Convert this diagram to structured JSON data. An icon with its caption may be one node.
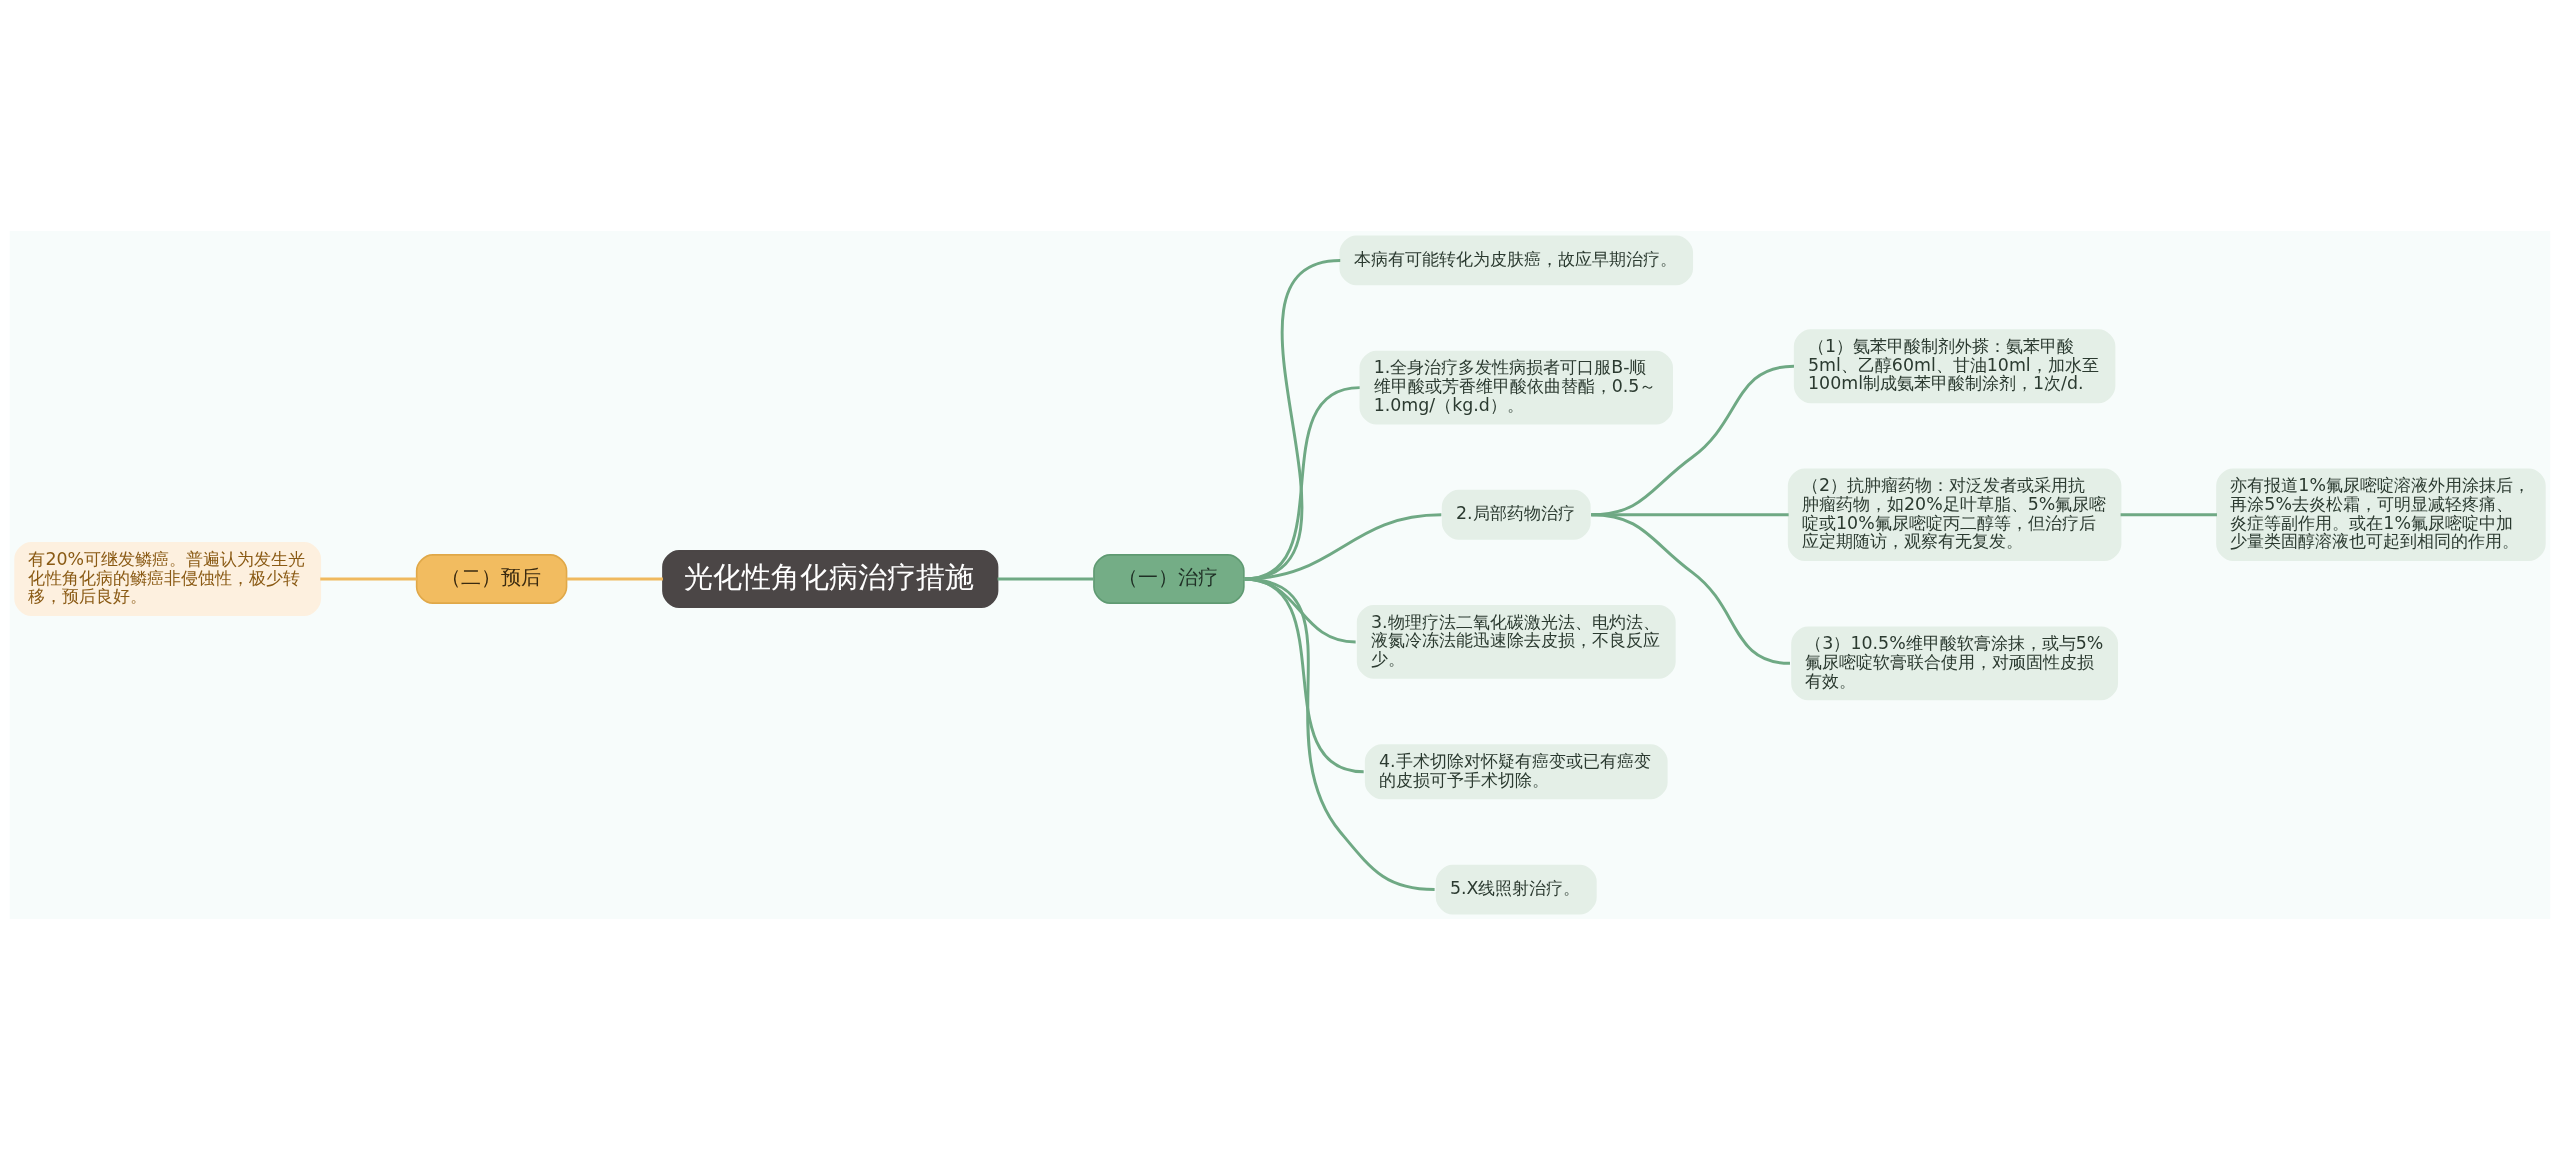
{
  "diagram": {
    "nodes": [
      {
        "text": [
          "光化性角化病治疗措施"
        ]
      },
      {
        "text": [
          "（一）治疗"
        ]
      },
      {
        "text": [
          "本病有可能转化为皮肤癌，故应早期治疗。"
        ]
      },
      {
        "text": [
          "1.全身治疗多发性病损者可口服B-顺维甲酸或芳香维甲酸依曲替酯，0.5～1.0mg/（kg.d）。"
        ]
      },
      {
        "text": [
          "2.局部药物治疗"
        ]
      },
      {
        "text": [
          "（1）氨苯甲酸制剂外搽：氨苯甲酸5ml、乙醇60ml、甘油10ml，加水至100ml制成氨苯甲酸制涂剂，1次/d."
        ]
      },
      {
        "text": [
          "（2）抗肿瘤药物：对泛发者或采用抗肿瘤药物，如20%足叶草脂、5%氟尿嘧啶或10%氟尿嘧啶丙二醇等，但治疗后应定期随访，观察有无复发。"
        ]
      },
      {
        "text": [
          "亦有报道1%氟尿嘧啶溶液外用涂抹后，再涂5%去炎松霜，可明显减轻疼痛、炎症等副作用。或在1%氟尿嘧啶中加少量类固醇溶液也可起到相同的作用。"
        ]
      },
      {
        "text": [
          "（3）10.5%维甲酸软膏涂抹，或与5%氟尿嘧啶软膏联合使用，对顽固性皮损有效。"
        ]
      },
      {
        "text": [
          "3.物理疗法二氧化碳激光法、电灼法、液氮冷冻法能迅速除去皮损，不良反应少。"
        ]
      },
      {
        "text": [
          "4.手术切除对怀疑有癌变或已有癌变的皮损可予手术切除。"
        ]
      },
      {
        "text": [
          "5.X线照射治疗。"
        ]
      },
      {
        "text": [
          "（二）预后"
        ]
      },
      {
        "text": [
          "有20%可继发鳞癌。普遍认为发生光化性角化病的鳞癌非侵蚀性，极少转移，预后良好。"
        ]
      }
    ],
    "edges": [
      {
        "from": 0,
        "to": 1,
        "arrow": "none"
      },
      {
        "from": 1,
        "to": 2,
        "arrow": "none"
      },
      {
        "from": 1,
        "to": 3,
        "arrow": "none"
      },
      {
        "from": 1,
        "to": 4,
        "arrow": "none"
      },
      {
        "from": 4,
        "to": 5,
        "arrow": "none"
      },
      {
        "from": 4,
        "to": 6,
        "arrow": "none"
      },
      {
        "from": 6,
        "to": 7,
        "arrow": "none"
      },
      {
        "from": 4,
        "to": 8,
        "arrow": "none"
      },
      {
        "from": 1,
        "to": 9,
        "arrow": "none"
      },
      {
        "from": 1,
        "to": 10,
        "arrow": "none"
      },
      {
        "from": 1,
        "to": 11,
        "arrow": "none"
      },
      {
        "from": 0,
        "to": 12,
        "arrow": "none",
        "color": "#f0b95e"
      },
      {
        "from": 12,
        "to": 13,
        "arrow": "none",
        "color": "#f0b95e"
      }
    ]
  }
}
